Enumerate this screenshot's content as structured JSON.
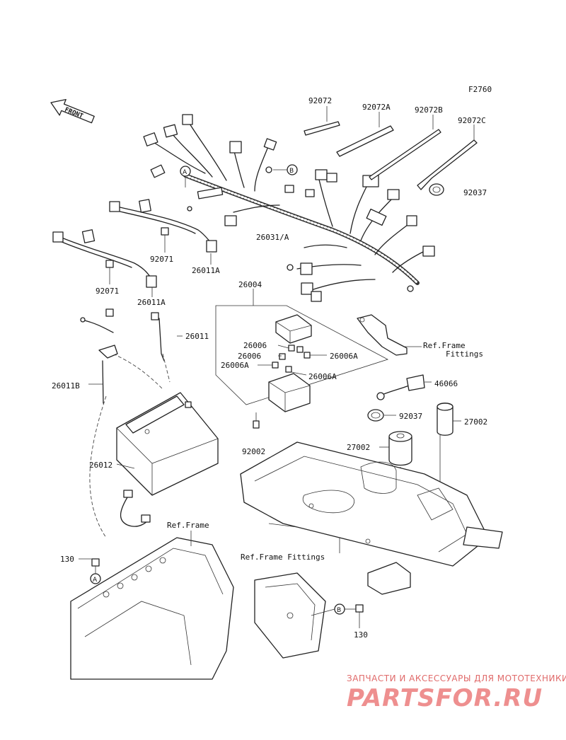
{
  "figure_code": "F2760",
  "front_label": "FRONT",
  "callouts": {
    "A": "A",
    "B": "B"
  },
  "parts": [
    {
      "label": "92072"
    },
    {
      "label": "92072A"
    },
    {
      "label": "92072B"
    },
    {
      "label": "92072C"
    },
    {
      "label": "92037"
    },
    {
      "label": "26031/A"
    },
    {
      "label": "92071"
    },
    {
      "label": "26011A"
    },
    {
      "label": "92071"
    },
    {
      "label": "26011A"
    },
    {
      "label": "26004"
    },
    {
      "label": "26011"
    },
    {
      "label": "26006"
    },
    {
      "label": "26006"
    },
    {
      "label": "26006A"
    },
    {
      "label": "26006A"
    },
    {
      "label": "26006A"
    },
    {
      "label": "26011B"
    },
    {
      "label": "46066"
    },
    {
      "label": "92037"
    },
    {
      "label": "27002"
    },
    {
      "label": "27002"
    },
    {
      "label": "92002"
    },
    {
      "label": "26012"
    },
    {
      "label": "130"
    },
    {
      "label": "130"
    }
  ],
  "references": {
    "frame_fittings_top_line1": "Ref.Frame",
    "frame_fittings_top_line2": "Fittings",
    "frame": "Ref.Frame",
    "frame_fittings_bottom": "Ref.Frame Fittings"
  },
  "watermark": {
    "tagline": "ЗАПЧАСТИ И АКСЕССУАРЫ ДЛЯ МОТОТЕХНИКИ",
    "brand": "PARTSFOR.RU"
  }
}
